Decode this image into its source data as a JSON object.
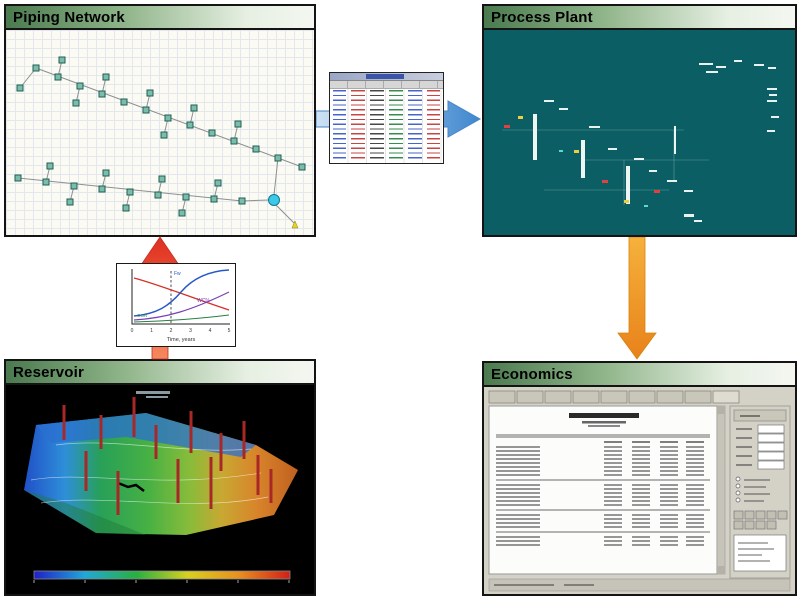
{
  "panels": {
    "piping_network": {
      "title": "Piping Network"
    },
    "process_plant": {
      "title": "Process Plant"
    },
    "reservoir": {
      "title": "Reservoir"
    },
    "economics": {
      "title": "Economics"
    }
  },
  "inset_chart": {
    "x_label": "Time, years",
    "x_ticks": [
      "0",
      "1",
      "2",
      "3",
      "4",
      "5"
    ],
    "labels": {
      "fw": "Fw",
      "wc": "WC%",
      "gor": "GOR"
    }
  },
  "colors": {
    "header_gradient_start": "#4a7a4e",
    "header_gradient_end": "#f4f7f1",
    "process_plant_bg": "#0b5e63",
    "piping_canvas_bg": "#fbfbf4",
    "blue_arrow": "#3f87cf",
    "red_arrow": "#e03020",
    "orange_arrow": "#f09022",
    "highlight_node": "#3cc8e8"
  }
}
